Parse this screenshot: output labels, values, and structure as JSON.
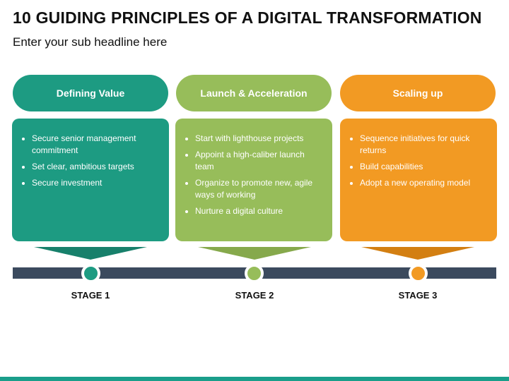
{
  "title": "10 GUIDING PRINCIPLES OF A DIGITAL TRANSFORMATION",
  "subtitle": "Enter your sub headline here",
  "columns": [
    {
      "header": "Defining Value",
      "color": "#1d9b82",
      "funnel_color": "#17806b",
      "items": [
        "Secure senior management commitment",
        "Set clear, ambitious targets",
        "Secure investment"
      ],
      "stage": "STAGE 1"
    },
    {
      "header": "Launch & Acceleration",
      "color": "#97bd5a",
      "funnel_color": "#86a94c",
      "items": [
        "Start with lighthouse projects",
        "Appoint a high-caliber launch team",
        "Organize to promote new, agile ways of working",
        "Nurture a digital culture"
      ],
      "stage": "STAGE 2"
    },
    {
      "header": "Scaling up",
      "color": "#f29a23",
      "funnel_color": "#d37f12",
      "items": [
        "Sequence initiatives for quick returns",
        "Build capabilities",
        "Adopt a new operating model"
      ],
      "stage": "STAGE 3"
    }
  ],
  "colors": {
    "timeline": "#3b4a5e",
    "accent_bar": "#1a9e8a"
  }
}
